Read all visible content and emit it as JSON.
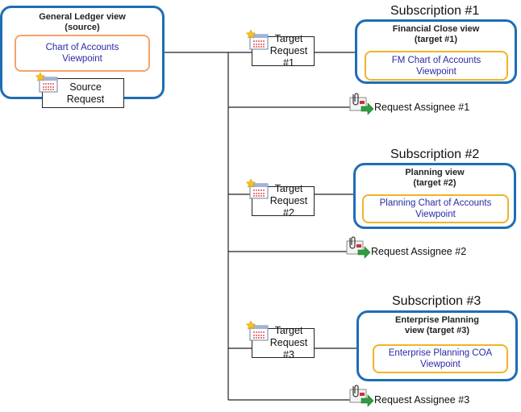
{
  "source": {
    "view_title_1": "General Ledger view",
    "view_title_2": "(source)",
    "viewpoint_1": "Chart of Accounts",
    "viewpoint_2": "Viewpoint",
    "request_1": "Source",
    "request_2": "Request"
  },
  "subscriptions": [
    {
      "title": "Subscription #1",
      "view_title_1": "Financial Close view",
      "view_title_2": "(target #1)",
      "viewpoint_1": "FM Chart of Accounts",
      "viewpoint_2": "Viewpoint",
      "request_1": "Target",
      "request_2": "Request #1",
      "assignee": "Request Assignee #1"
    },
    {
      "title": "Subscription #2",
      "view_title_1": "Planning view",
      "view_title_2": "(target #2)",
      "viewpoint_1": "Planning Chart of Accounts",
      "viewpoint_2": "Viewpoint",
      "request_1": "Target",
      "request_2": "Request #2",
      "assignee": "Request Assignee #2"
    },
    {
      "title": "Subscription #3",
      "view_title_1": "Enterprise Planning",
      "view_title_2": "view (target #3)",
      "viewpoint_1": "Enterprise Planning COA",
      "viewpoint_2": "Viewpoint",
      "request_1": "Target",
      "request_2": "Request #3",
      "assignee": "Request Assignee #3"
    }
  ],
  "colors": {
    "view_border": "#1f6db5",
    "viewpoint_border": "#f0b429",
    "viewpoint_text": "#2a2aa8"
  }
}
